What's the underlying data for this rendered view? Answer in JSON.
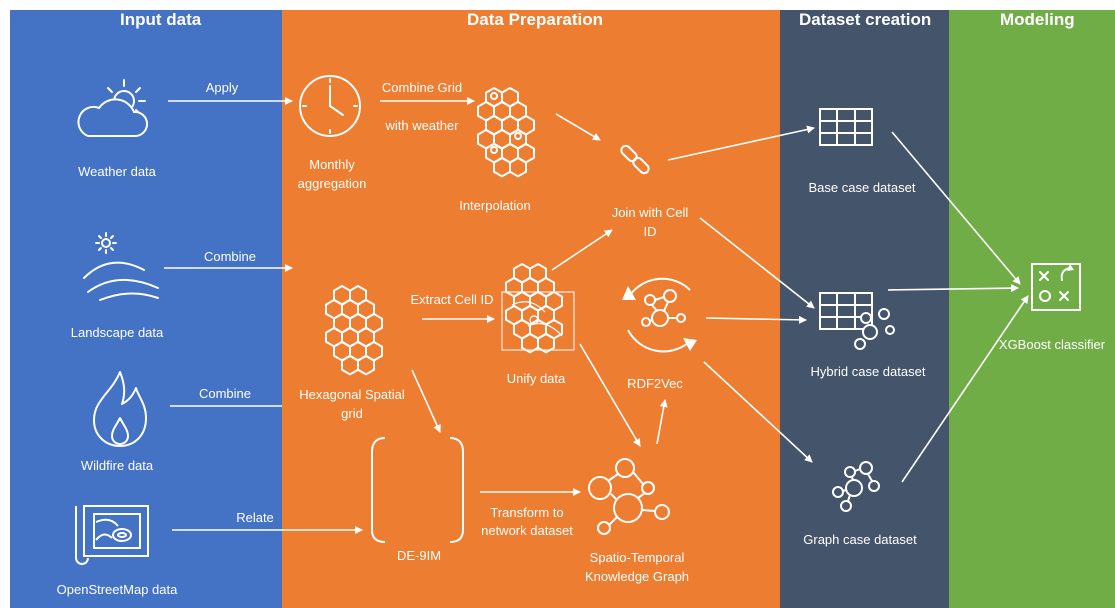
{
  "lanes": {
    "input": "Input data",
    "prep": "Data Preparation",
    "dataset": "Dataset creation",
    "modeling": "Modeling"
  },
  "colors": {
    "input_lane": "#4472C4",
    "prep_lane": "#ED7D31",
    "dataset_lane": "#44546A",
    "modeling_lane": "#70AD47",
    "strokes": "#FFFFFF"
  },
  "input_nodes": {
    "weather": "Weather data",
    "landscape": "Landscape data",
    "wildfire": "Wildfire data",
    "osm": "OpenStreetMap data"
  },
  "prep_nodes": {
    "monthly_1": "Monthly",
    "monthly_2": "aggregation",
    "interpolation": "Interpolation",
    "join_1": "Join with Cell",
    "join_2": "ID",
    "hex_1": "Hexagonal Spatial",
    "hex_2": "grid",
    "unify": "Unify data",
    "rdf2vec": "RDF2Vec",
    "de9im": "DE-9IM",
    "kg_1": "Spatio-Temporal",
    "kg_2": "Knowledge Graph"
  },
  "edge_labels": {
    "apply": "Apply",
    "combine_grid_1": "Combine Grid",
    "combine_grid_2": "with weather",
    "combine_landscape": "Combine",
    "combine_wildfire": "Combine",
    "relate": "Relate",
    "extract": "Extract Cell ID",
    "transform_1": "Transform to",
    "transform_2": "network dataset"
  },
  "dataset_nodes": {
    "base": "Base case dataset",
    "hybrid": "Hybrid case dataset",
    "graph": "Graph case dataset"
  },
  "model_nodes": {
    "xgb": "XGBoost classifier"
  },
  "icons": [
    "sun-cloud-icon",
    "clock-icon",
    "hex-grid-pin-icon",
    "link-icon",
    "sun-hills-icon",
    "hex-grid-icon",
    "hex-map-icon",
    "cycle-graph-icon",
    "flame-icon",
    "map-scroll-icon",
    "bracket-icon",
    "knowledge-graph-icon",
    "table-icon",
    "table-graph-icon",
    "graph-icon",
    "strategy-board-icon"
  ]
}
